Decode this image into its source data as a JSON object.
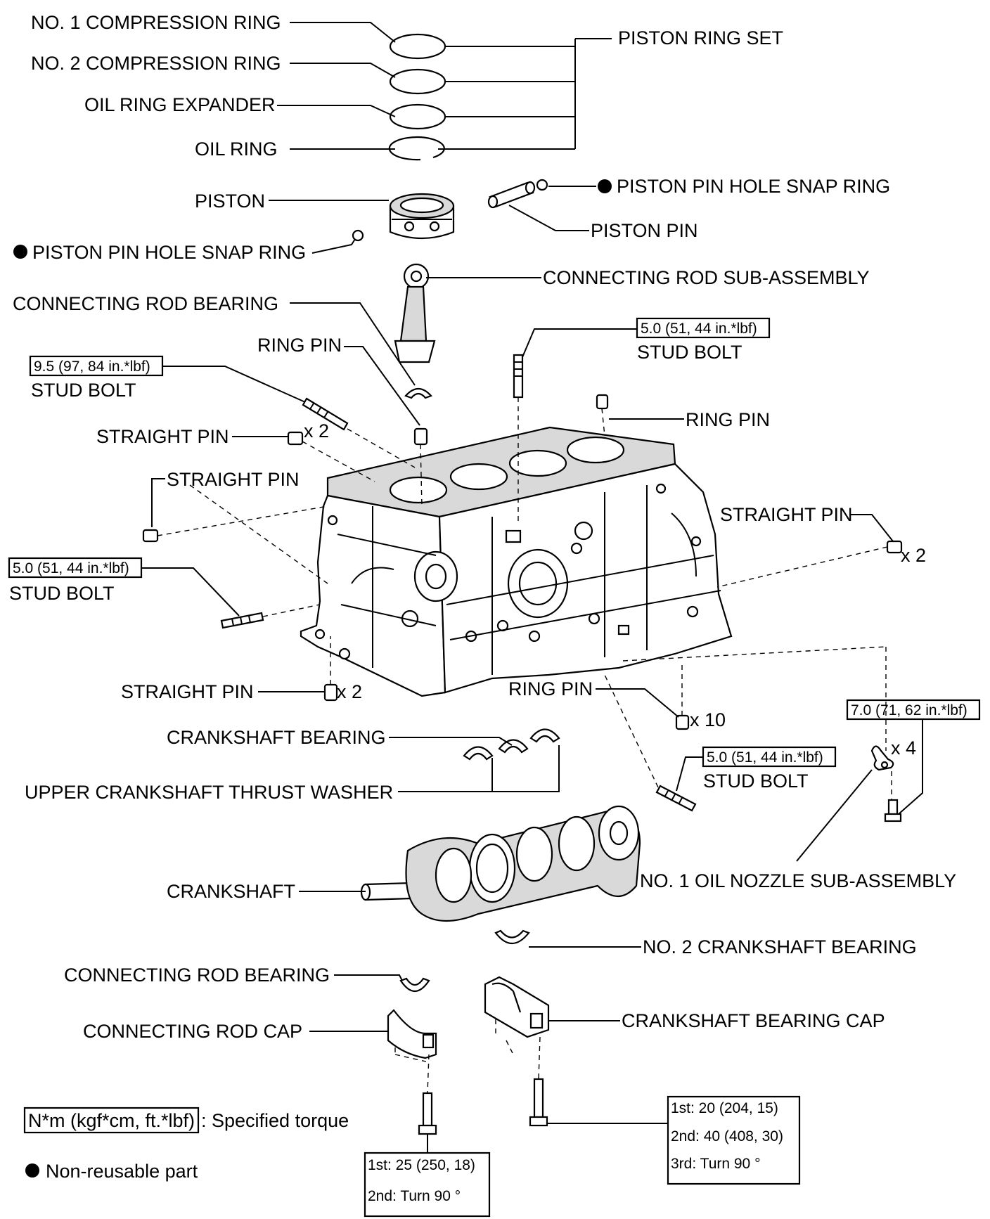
{
  "labels": {
    "no1_compression_ring": "NO. 1 COMPRESSION RING",
    "no2_compression_ring": "NO. 2 COMPRESSION RING",
    "oil_ring_expander": "OIL RING EXPANDER",
    "oil_ring": "OIL RING",
    "piston_ring_set": "PISTON RING SET",
    "piston": "PISTON",
    "piston_pin_hole_snap_ring_right": "PISTON PIN HOLE SNAP RING",
    "piston_pin": "PISTON PIN",
    "piston_pin_hole_snap_ring_left": "PISTON PIN HOLE SNAP RING",
    "connecting_rod_sub_assembly": "CONNECTING ROD SUB-ASSEMBLY",
    "connecting_rod_bearing_top": "CONNECTING ROD BEARING",
    "ring_pin_top": "RING PIN",
    "stud_bolt_top_right": "STUD BOLT",
    "stud_bolt_top_left": "STUD BOLT",
    "ring_pin_right": "RING PIN",
    "straight_pin_top": "STRAIGHT PIN",
    "straight_pin_top_qty": "x 2",
    "straight_pin_left": "STRAIGHT PIN",
    "straight_pin_right": "STRAIGHT PIN",
    "straight_pin_right_qty": "x 2",
    "stud_bolt_left": "STUD BOLT",
    "straight_pin_bottom": "STRAIGHT PIN",
    "straight_pin_bottom_qty": "x 2",
    "ring_pin_bottom": "RING PIN",
    "ring_pin_bottom_qty": "x 10",
    "crankshaft_bearing": "CRANKSHAFT BEARING",
    "upper_crankshaft_thrust_washer": "UPPER CRANKSHAFT THRUST WASHER",
    "stud_bolt_bottom": "STUD BOLT",
    "oil_nozzle_qty": "x 4",
    "no1_oil_nozzle_sub_assembly": "NO. 1 OIL NOZZLE SUB-ASSEMBLY",
    "crankshaft": "CRANKSHAFT",
    "no2_crankshaft_bearing": "NO. 2 CRANKSHAFT BEARING",
    "connecting_rod_bearing_bottom": "CONNECTING ROD BEARING",
    "crankshaft_bearing_cap": "CRANKSHAFT BEARING CAP",
    "connecting_rod_cap": "CONNECTING ROD CAP"
  },
  "torque": {
    "stud_bolt_top_right": "5.0 (51, 44 in.*lbf)",
    "stud_bolt_top_left": "9.5 (97, 84 in.*lbf)",
    "stud_bolt_left": "5.0 (51, 44 in.*lbf)",
    "oil_nozzle": "7.0 (71, 62 in.*lbf)",
    "stud_bolt_bottom": "5.0 (51, 44 in.*lbf)",
    "conrod_cap_steps": [
      "1st: 25 (250, 18)",
      "2nd:  Turn 90 °"
    ],
    "crank_cap_steps": [
      "1st: 20 (204, 15)",
      "2nd: 40 (408, 30)",
      "3rd:  Turn 90 °"
    ]
  },
  "legend": {
    "torque_unit": "N*m (kgf*cm, ft.*lbf)",
    "torque_text": ": Specified torque",
    "non_reusable": "Non-reusable part"
  }
}
